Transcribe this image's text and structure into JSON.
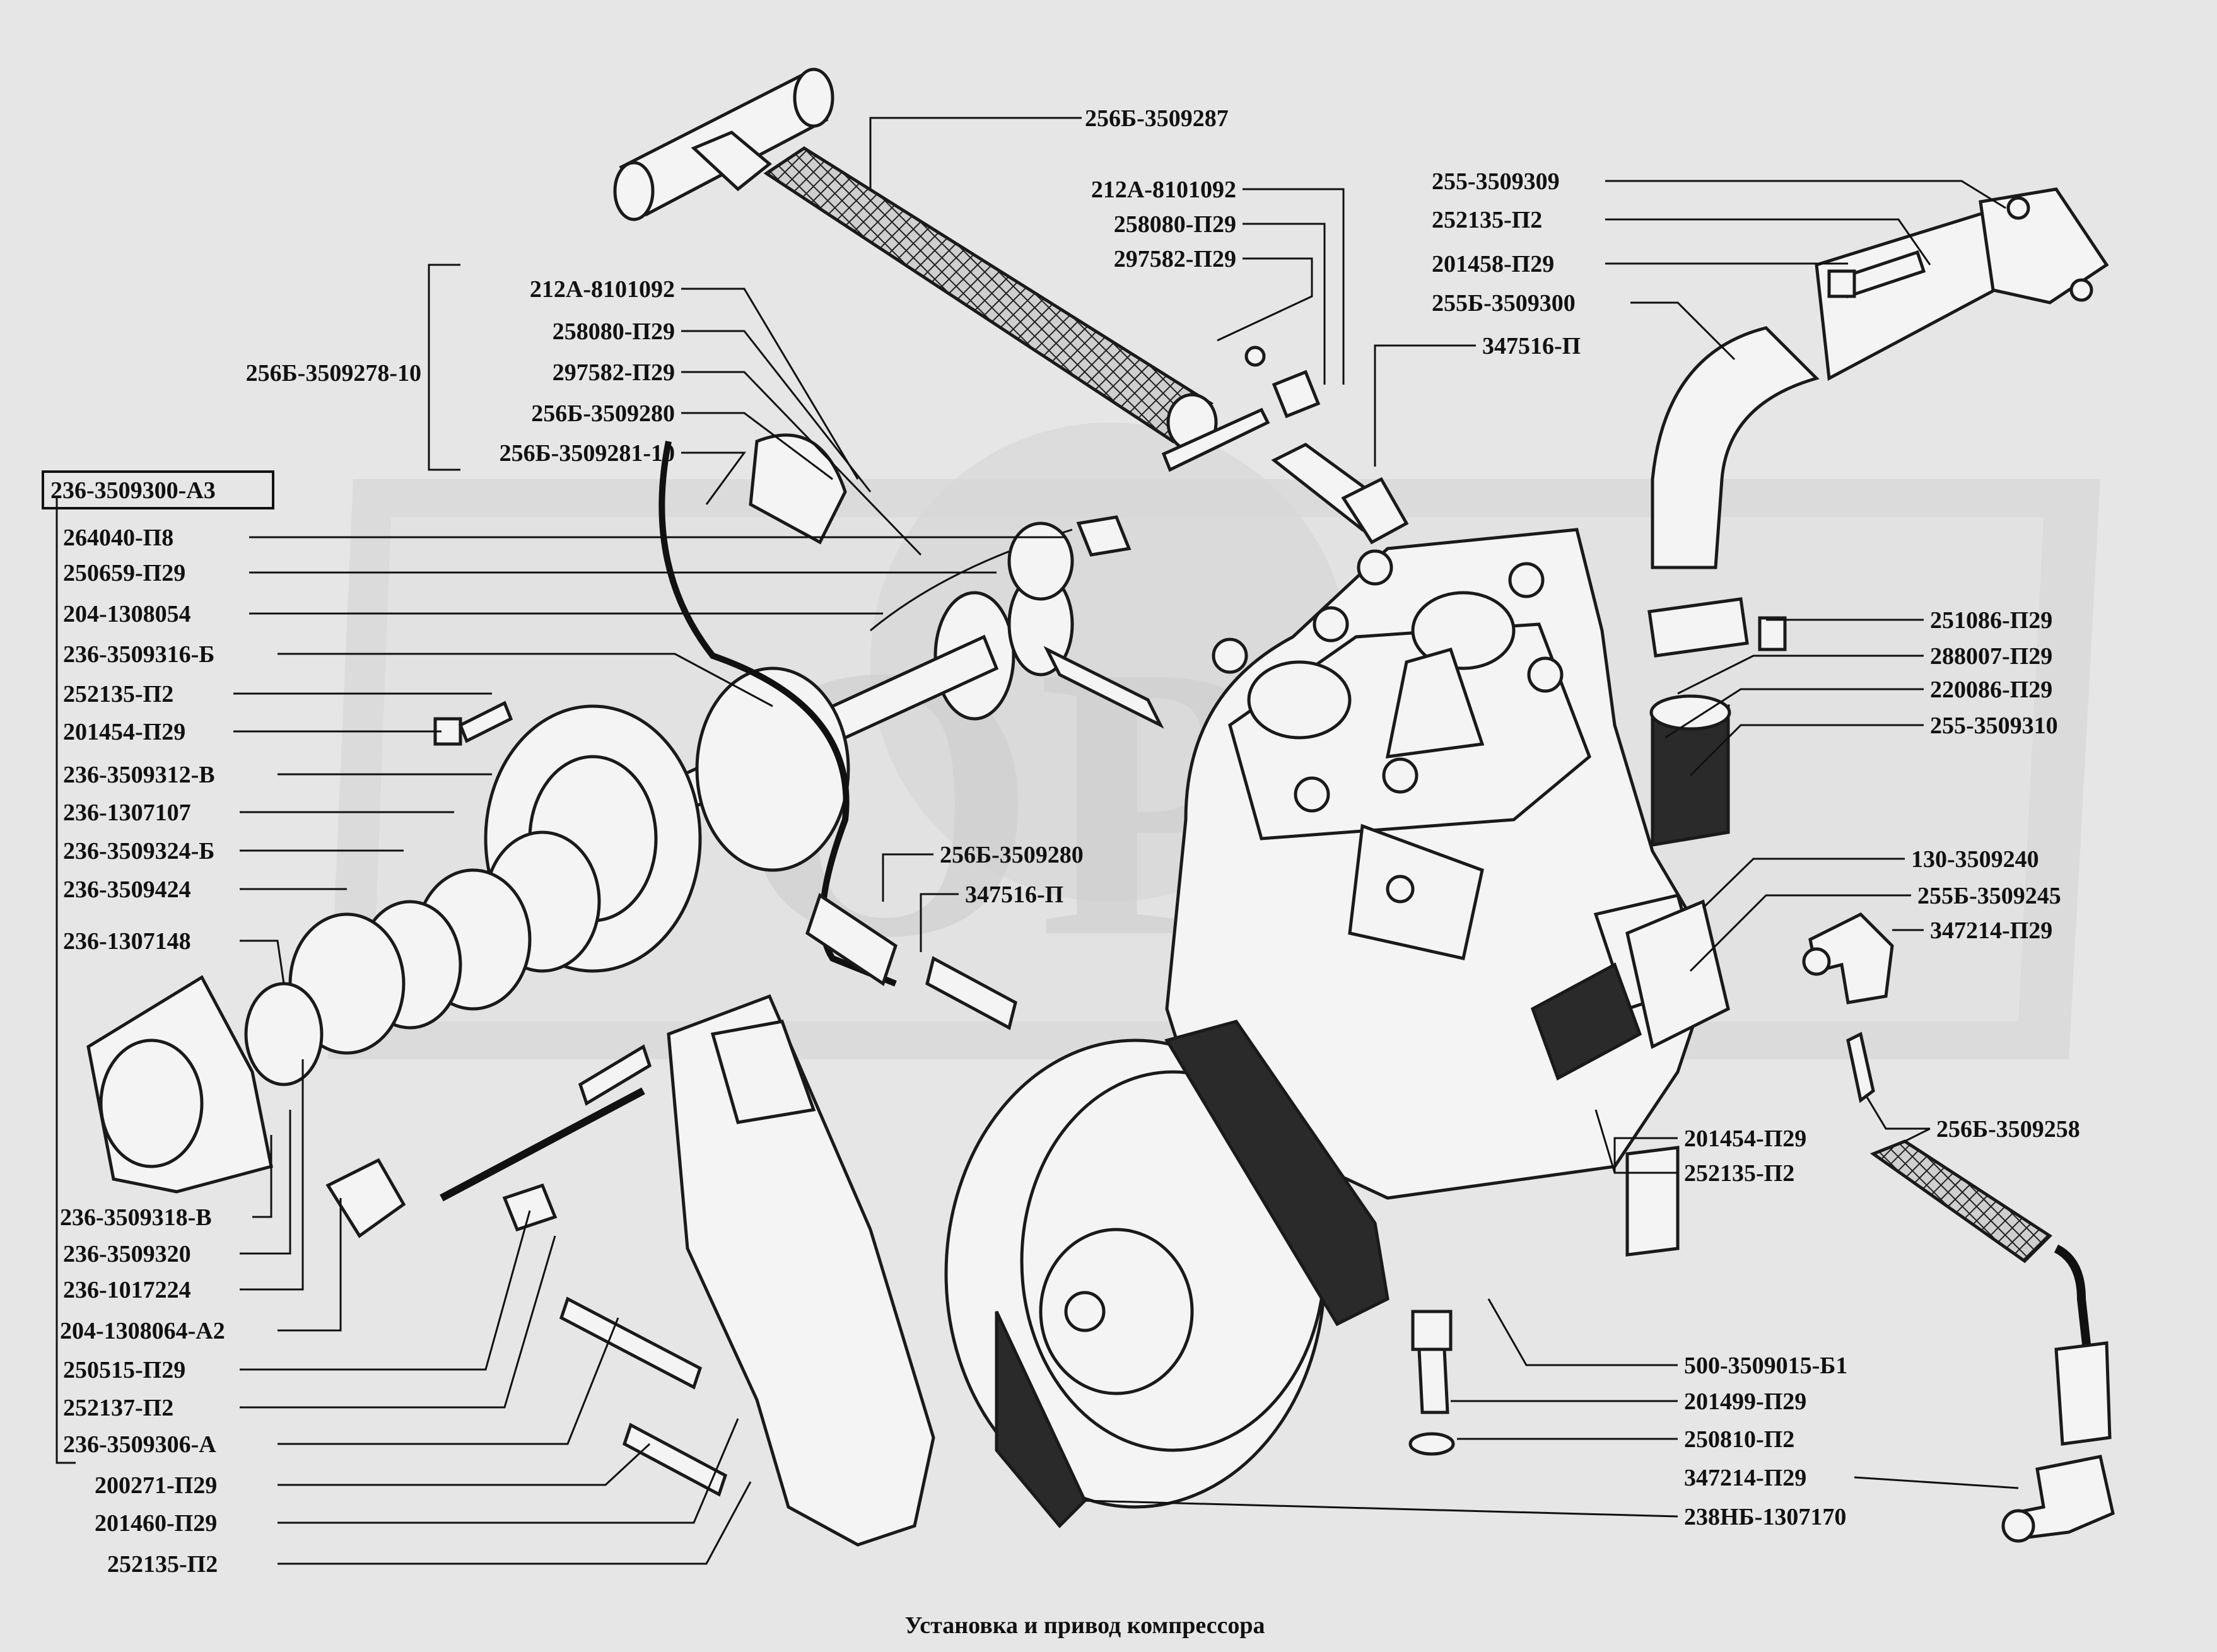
{
  "caption": "Установка и привод компрессора",
  "watermark": "ОРЗ",
  "labels": {
    "l01": "256Б-3509287",
    "l02": "212А-8101092",
    "l03": "258080-П29",
    "l04": "297582-П29",
    "l05": "255-3509309",
    "l06": "252135-П2",
    "l07": "201458-П29",
    "l08": "255Б-3509300",
    "l09": "347516-П",
    "l10": "212А-8101092",
    "l11": "258080-П29",
    "l12": "297582-П29",
    "l13": "256Б-3509280",
    "l14": "256Б-3509281-10",
    "l15": "256Б-3509278-10",
    "l16": "236-3509300-А3",
    "l17": "264040-П8",
    "l18": "250659-П29",
    "l19": "204-1308054",
    "l20": "236-3509316-Б",
    "l21": "252135-П2",
    "l22": "201454-П29",
    "l23": "236-3509312-В",
    "l24": "236-1307107",
    "l25": "236-3509324-Б",
    "l26": "236-3509424",
    "l27": "236-1307148",
    "l28": "251086-П29",
    "l29": "288007-П29",
    "l30": "220086-П29",
    "l31": "255-3509310",
    "l32": "256Б-3509280",
    "l33": "347516-П",
    "l34": "130-3509240",
    "l35": "255Б-3509245",
    "l36": "347214-П29",
    "l37": "256Б-3509258",
    "l38": "201454-П29",
    "l39": "252135-П2",
    "l40": "236-3509318-В",
    "l41": "236-3509320",
    "l42": "236-1017224",
    "l43": "204-1308064-А2",
    "l44": "250515-П29",
    "l45": "252137-П2",
    "l46": "236-3509306-А",
    "l47": "200271-П29",
    "l48": "201460-П29",
    "l49": "252135-П2",
    "l50": "500-3509015-Б1",
    "l51": "201499-П29",
    "l52": "250810-П2",
    "l53": "347214-П29",
    "l54": "238НБ-1307170"
  }
}
